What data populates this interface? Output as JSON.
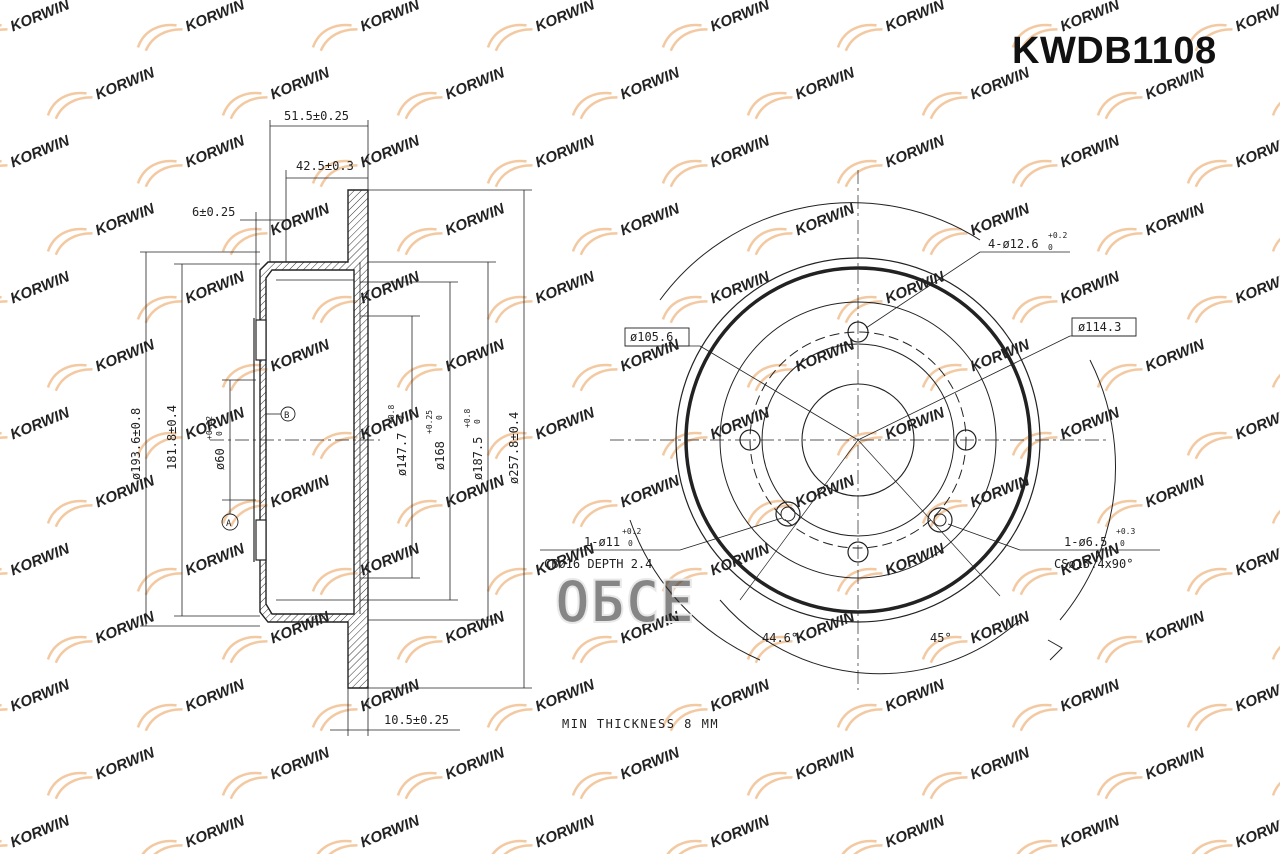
{
  "part_number": "KWDB1108",
  "watermark": {
    "brand": "KORWIN",
    "color": "#f3c9a2"
  },
  "center_watermark": "ОБСЕ",
  "side_view": {
    "dims": {
      "overall_height": "51.5±0.25",
      "hat_height": "42.5±0.3",
      "hat_wall": "6±0.25",
      "disc_thickness": "10.5±0.25"
    },
    "vertical_dims": {
      "d193": "ø193.6±0.8",
      "d181": "181.8±0.4",
      "d60": "ø60",
      "d60_tol": "+0.12",
      "d60_tol2": "0",
      "d147": "ø147.7",
      "d147_tol": "+0.8",
      "d147_tol2": "0",
      "d168": "ø168",
      "d168_tol": "+0.25",
      "d168_tol2": "0",
      "d187": "ø187.5",
      "d187_tol": "+0.8",
      "d187_tol2": "0",
      "d257": "ø257.8±0.4"
    },
    "datum_a": "A",
    "datum_b": "B"
  },
  "front_view": {
    "bolt_holes": "4-ø12.6",
    "bolt_holes_tol": "+0.2",
    "bolt_holes_tol2": "0",
    "pcd": "ø114.3",
    "d105": "ø105.6",
    "hole_left": "1-ø11",
    "hole_left_tol": "+0.2",
    "hole_left_tol2": "0",
    "cb_left": "CBø16 DEPTH 2.4",
    "hole_right": "1-ø6.5",
    "hole_right_tol": "+0.3",
    "hole_right_tol2": "0",
    "cs_right": "CSø15.4x90°",
    "angle_left": "44.6°",
    "angle_right": "45°"
  },
  "min_thickness": "MIN THICKNESS 8 MM"
}
